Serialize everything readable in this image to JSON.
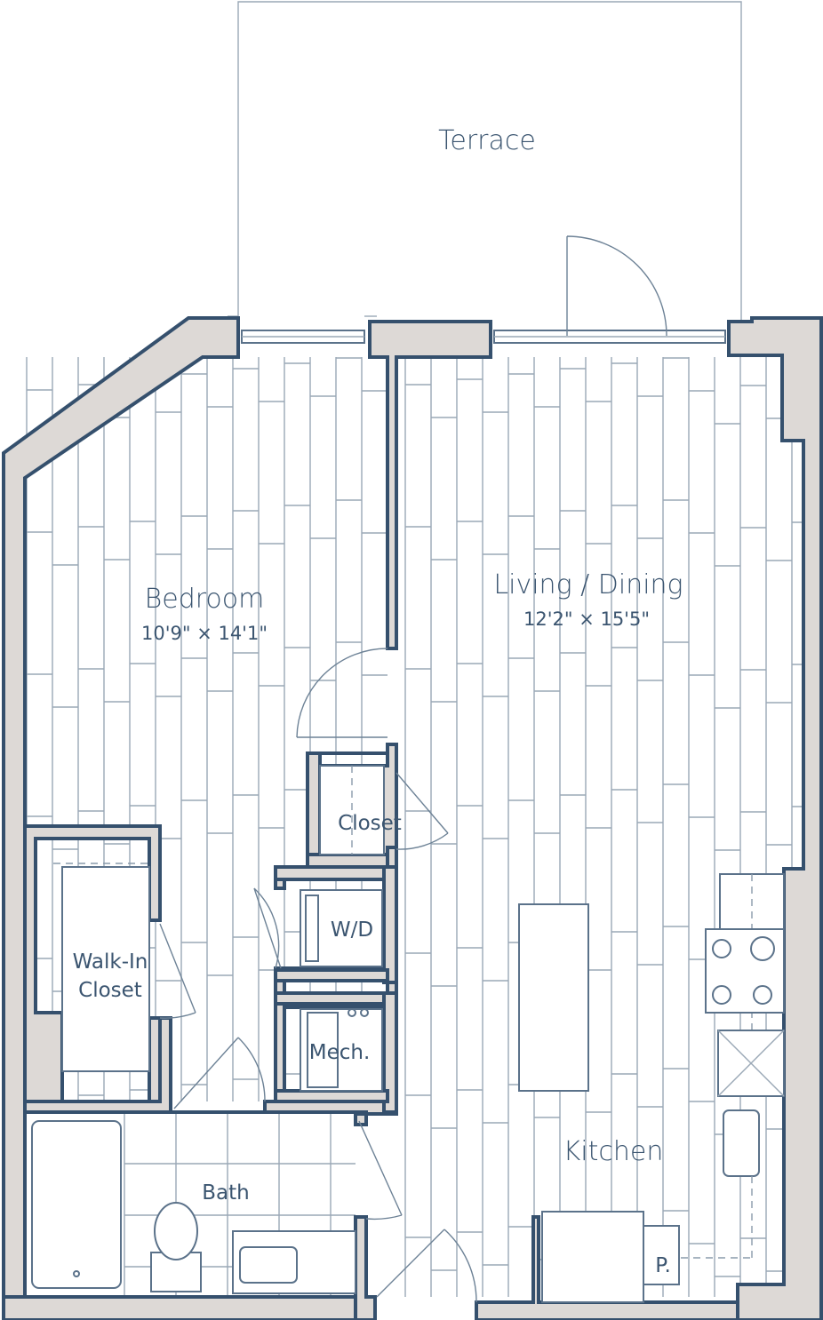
{
  "rooms": {
    "terrace": "Terrace",
    "bedroom": "Bedroom",
    "bedroom_dim": "10'9\" × 14'1\"",
    "living": "Living / Dining",
    "living_dim": "12'2\" × 15'5\"",
    "closet": "Closet",
    "wd": "W/D",
    "walkin_line1": "Walk-In",
    "walkin_line2": "Closet",
    "mech": "Mech.",
    "kitchen": "Kitchen",
    "bath": "Bath",
    "pantry": "P."
  },
  "colors": {
    "wall_outline": "#35506d",
    "wall_fill": "#ddd9d6",
    "floor_lines": "#9aa8b6",
    "label_text": "#3b5570"
  }
}
